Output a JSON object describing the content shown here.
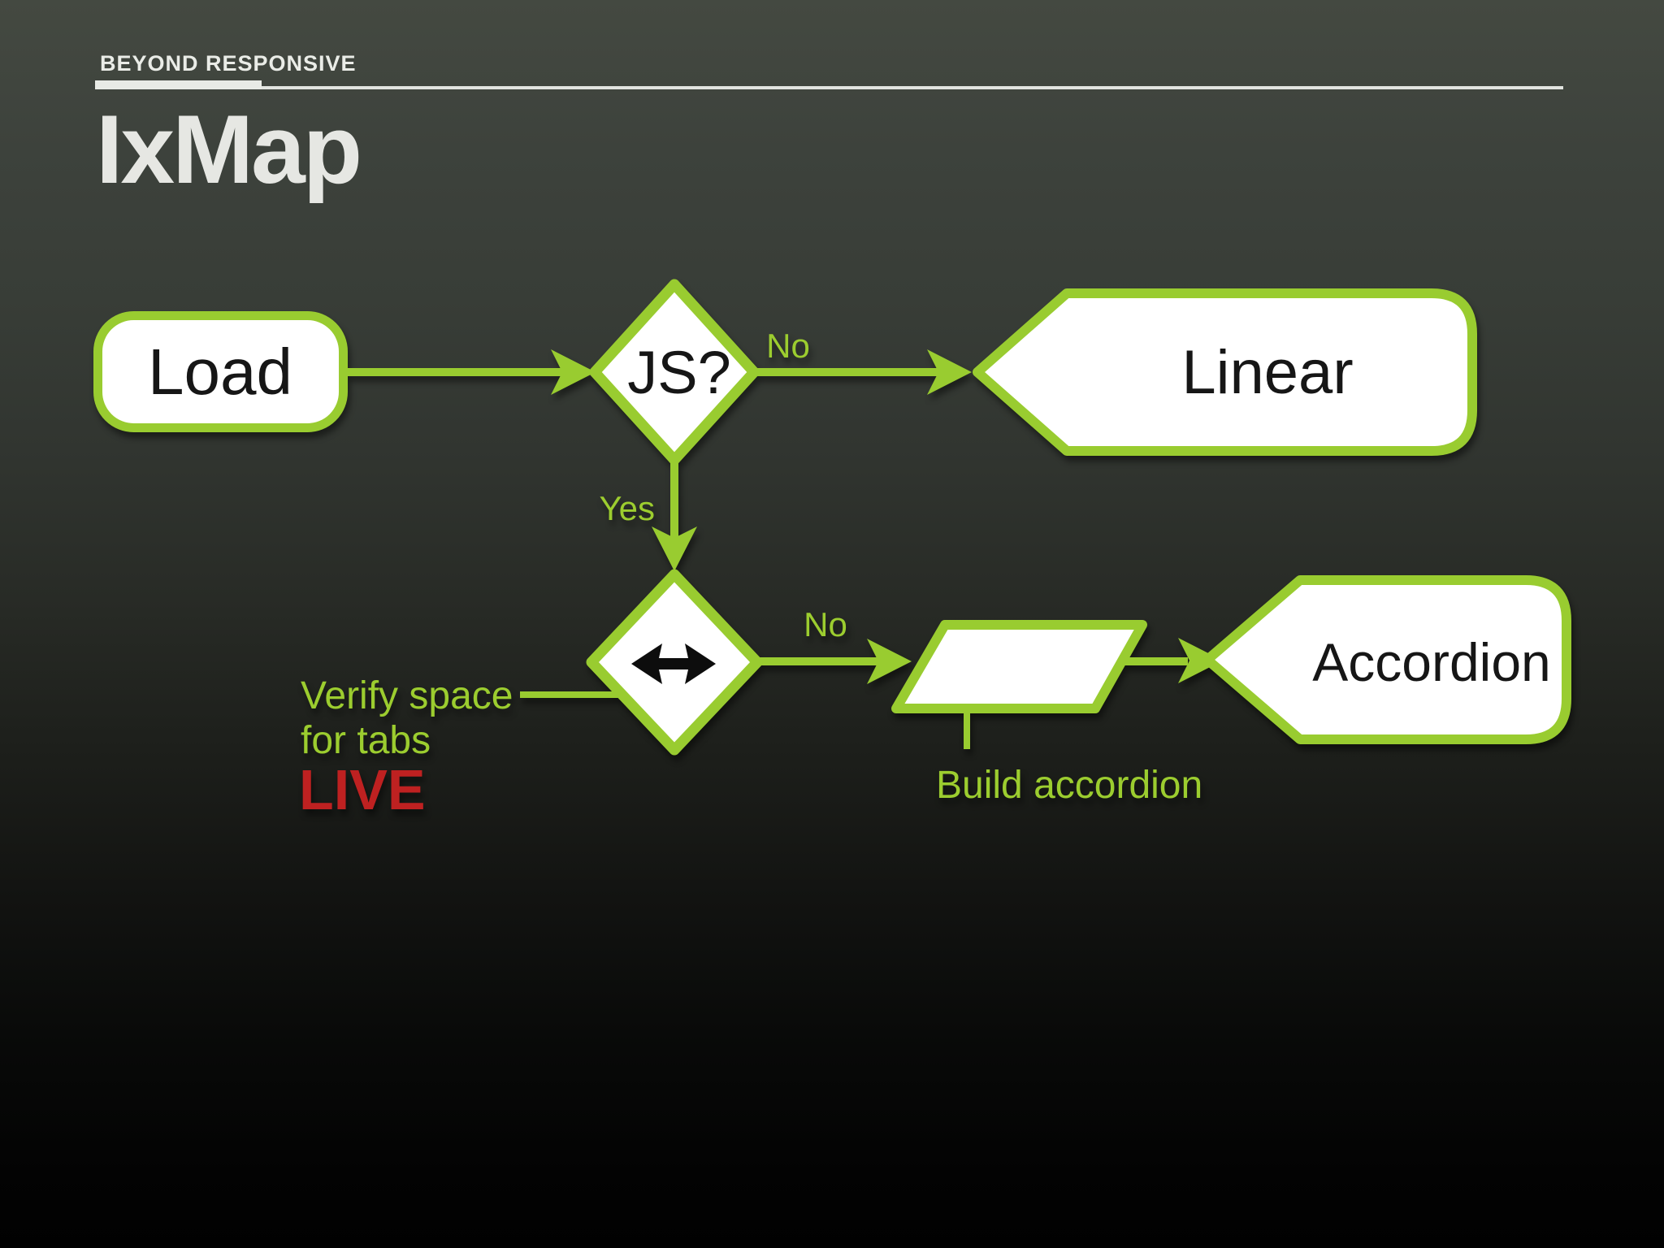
{
  "slide": {
    "eyebrow": "BEYOND RESPONSIVE",
    "title": "IxMap"
  },
  "colors": {
    "accent_green": "#99cc30",
    "live_red": "#be2121",
    "shape_fill": "#ffffff",
    "node_text": "#161616",
    "header_text": "#eaece7",
    "title_text": "#e6e7e3",
    "background_top": "#444941",
    "background_bottom": "#010101"
  },
  "flowchart": {
    "nodes": {
      "load": {
        "label": "Load",
        "shape": "rounded-rectangle"
      },
      "js_decision": {
        "label": "JS?",
        "shape": "diamond"
      },
      "linear": {
        "label": "Linear",
        "shape": "terminator"
      },
      "space_decision": {
        "label": "",
        "shape": "diamond",
        "icon": "double-arrow-icon"
      },
      "build_step": {
        "label": "",
        "shape": "parallelogram"
      },
      "accordion": {
        "label": "Accordion",
        "shape": "terminator"
      }
    },
    "edge_labels": {
      "js_no": "No",
      "js_yes": "Yes",
      "space_no": "No"
    },
    "annotations": {
      "verify_space_line1": "Verify space",
      "verify_space_line2": "for tabs",
      "live": "LIVE",
      "build_accordion": "Build accordion"
    }
  }
}
